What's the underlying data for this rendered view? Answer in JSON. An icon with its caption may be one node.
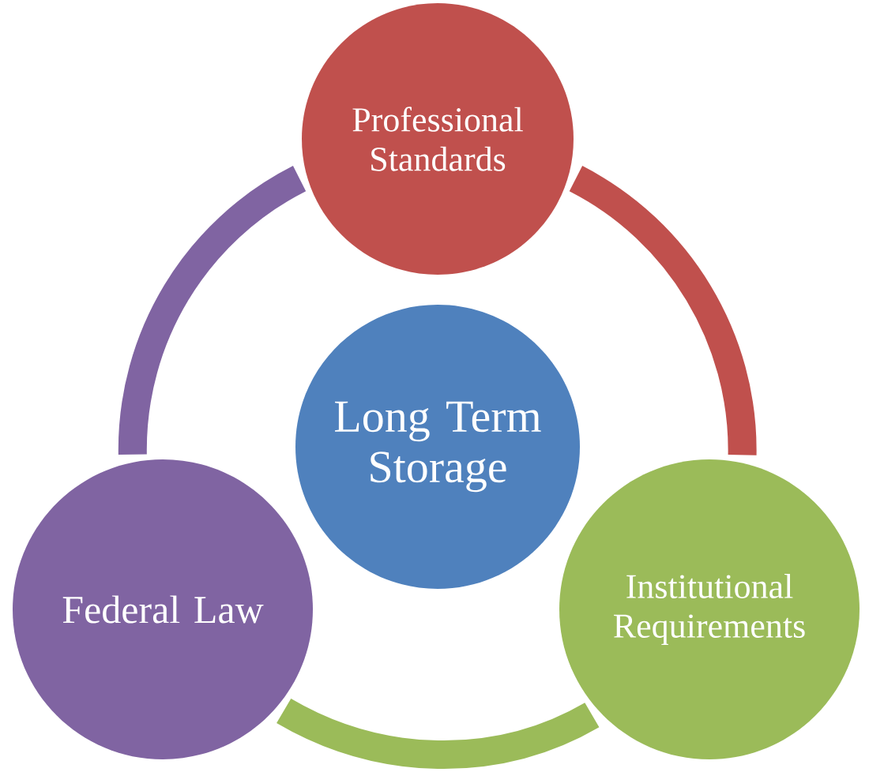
{
  "diagram": {
    "nodes": [
      {
        "text": [
          "Professional Standards"
        ]
      },
      {
        "text": [
          "Long Term Storage"
        ]
      },
      {
        "text": [
          "Federal Law"
        ]
      },
      {
        "text": [
          "Institutional Requirements"
        ]
      }
    ],
    "edges": [
      {
        "from": 0,
        "to": 3,
        "arrow": "none",
        "color": "#c0504d"
      },
      {
        "from": 3,
        "to": 2,
        "arrow": "none",
        "color": "#9bbb59"
      },
      {
        "from": 2,
        "to": 0,
        "arrow": "none",
        "color": "#8064a2"
      }
    ]
  }
}
